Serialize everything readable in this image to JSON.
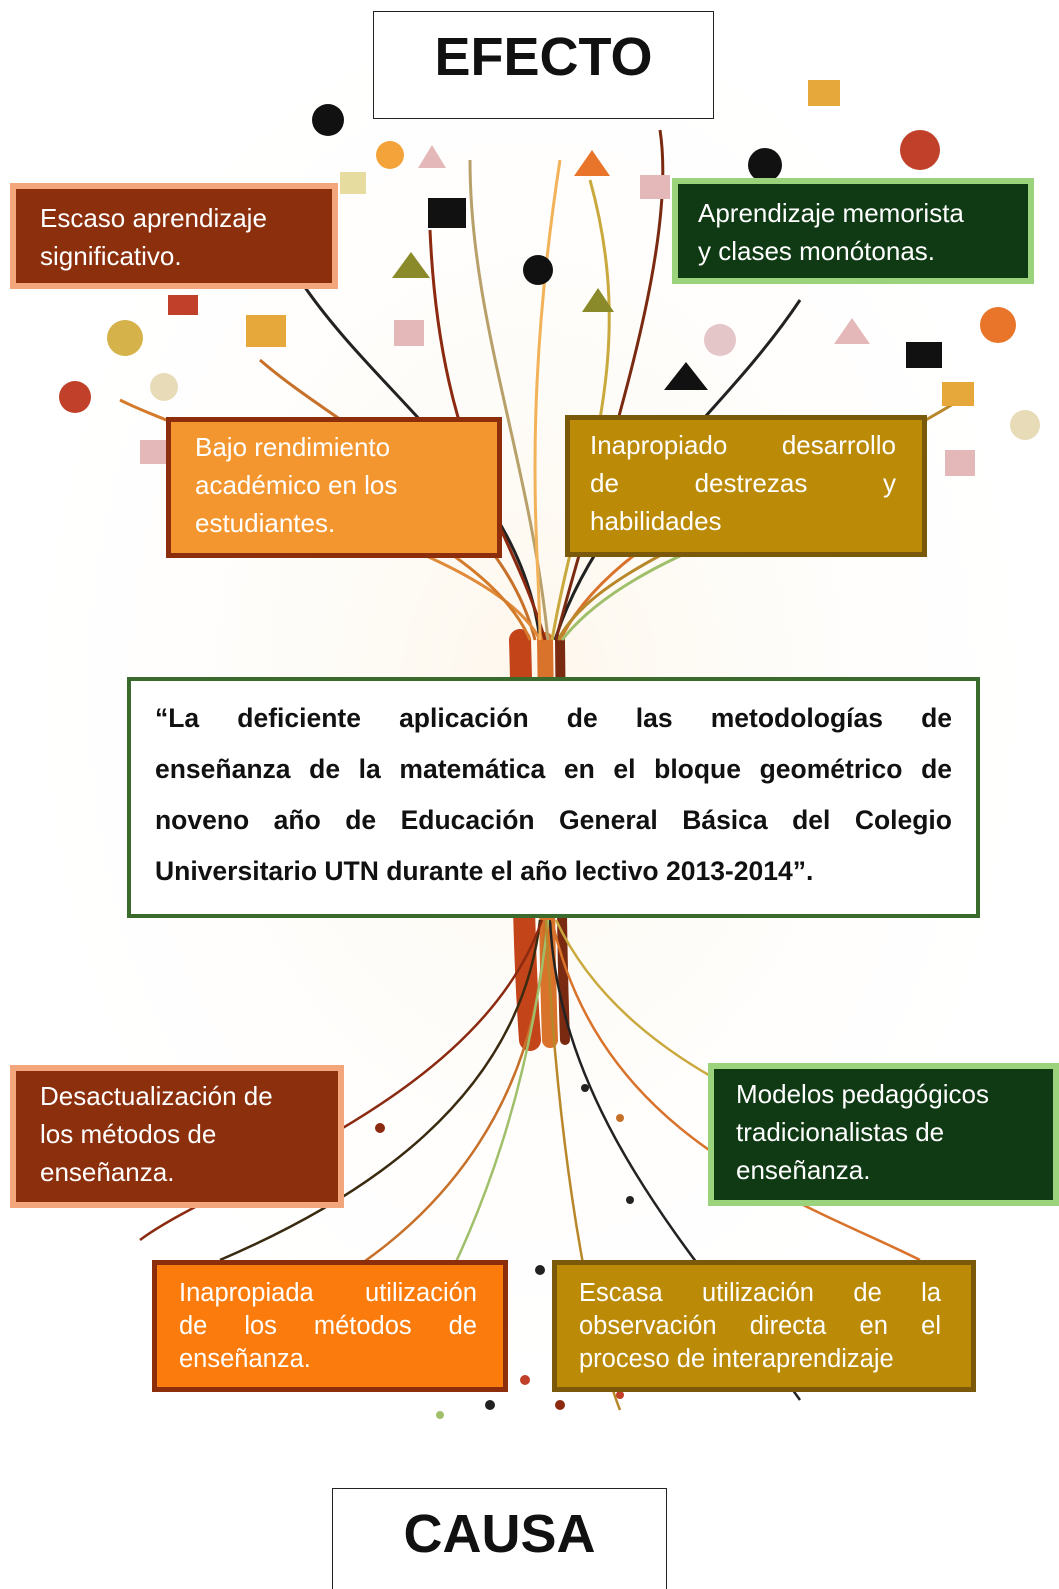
{
  "header": {
    "effect_label": "EFECTO",
    "cause_label": "CAUSA"
  },
  "effects": [
    {
      "id": "escaso",
      "lines": [
        "Escaso aprendizaje",
        "significativo."
      ],
      "fill": "#8b2f0c",
      "border": "#f3a67c"
    },
    {
      "id": "memorista",
      "lines": [
        "Aprendizaje memorista",
        "y clases monótonas."
      ],
      "fill": "#0f3a14",
      "border": "#9bd27c"
    },
    {
      "id": "bajo",
      "lines": [
        "Bajo rendimiento",
        "académico en los",
        "estudiantes."
      ],
      "fill": "#f4962f",
      "border": "#8c2e0b"
    },
    {
      "id": "inapropiado-desarrollo",
      "lines": [
        "Inapropiado desarrollo",
        "de destrezas y",
        "habilidades"
      ],
      "fill": "#bb8a06",
      "border": "#7a5a0a"
    }
  ],
  "problem": {
    "lines": [
      "“La deficiente aplicación de las metodologías de",
      "enseñanza de la matemática en el bloque geométrico de",
      "noveno año de Educación General Básica del Colegio",
      "Universitario UTN durante el año lectivo 2013-2014”."
    ],
    "border": "#3b6b2c"
  },
  "causes": [
    {
      "id": "desactualizacion",
      "lines": [
        "Desactualización de",
        "los métodos de",
        "enseñanza."
      ],
      "fill": "#8b2f0c",
      "border": "#f3a67c"
    },
    {
      "id": "modelos",
      "lines": [
        "Modelos pedagógicos",
        "tradicionalistas de",
        "enseñanza."
      ],
      "fill": "#0f3a14",
      "border": "#9bd27c"
    },
    {
      "id": "inapropiada-utilizacion",
      "lines": [
        "Inapropiada utilización",
        "de los métodos de",
        "enseñanza."
      ],
      "fill": "#fb7c0c",
      "border": "#8c2e0b"
    },
    {
      "id": "escasa-observacion",
      "lines": [
        "Escasa utilización de la",
        "observación directa en el",
        "proceso de interaprendizaje"
      ],
      "fill": "#bb8a06",
      "border": "#7a5a0a"
    }
  ]
}
